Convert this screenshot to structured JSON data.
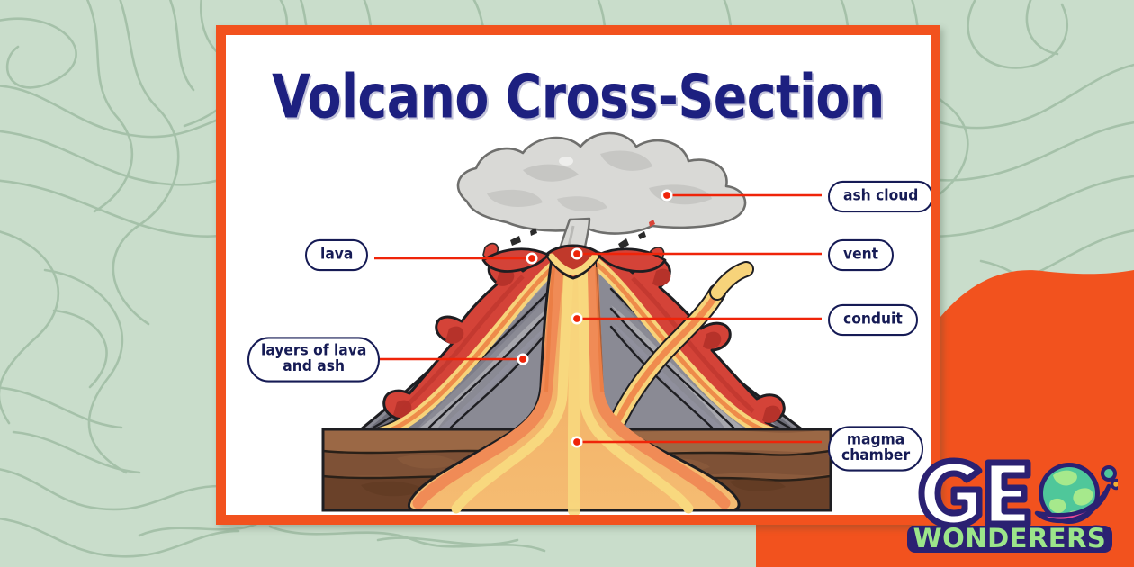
{
  "background": {
    "name": "topographic-contour-pattern",
    "base_color": "#c9ddcb",
    "line_color": "#a5c1a9"
  },
  "corner_blob": {
    "name": "orange-decorative-blob",
    "color": "#f2521e"
  },
  "poster": {
    "title": "Volcano Cross-Section",
    "border_color": "#f2521e",
    "background_color": "#ffffff",
    "title_color": "#1d2080"
  },
  "labels": [
    {
      "id": "ash-cloud",
      "text": "ash cloud",
      "line1": "ash cloud",
      "line2": ""
    },
    {
      "id": "vent",
      "text": "vent",
      "line1": "vent",
      "line2": ""
    },
    {
      "id": "conduit",
      "text": "conduit",
      "line1": "conduit",
      "line2": ""
    },
    {
      "id": "magma",
      "text": "magma chamber",
      "line1": "magma",
      "line2": "chamber"
    },
    {
      "id": "lava",
      "text": "lava",
      "line1": "lava",
      "line2": ""
    },
    {
      "id": "layers",
      "text": "layers of lava and ash",
      "line1": "layers of lava",
      "line2": "and ash"
    }
  ],
  "label_style": {
    "border_color": "#161b55",
    "text_color": "#161b55",
    "fill_color": "#ffffff",
    "leader_color": "#ef2409"
  },
  "diagram": {
    "name": "volcano-cross-section",
    "parts": [
      {
        "name": "ash-cloud",
        "color": "#d8d8d6"
      },
      {
        "name": "lava-flow",
        "color": "#d94438"
      },
      {
        "name": "conduit",
        "color": "#f0a860"
      },
      {
        "name": "magma-chamber",
        "color": "#f4a25f"
      },
      {
        "name": "rock-layers",
        "color": "#7c7c86"
      },
      {
        "name": "ground-strata",
        "color": "#7b4f33"
      }
    ]
  },
  "logo": {
    "word_top": "GEO",
    "word_top_visible": "GE",
    "word_bottom": "WONDERERS",
    "globe_icon": "globe-icon",
    "top_color": "#ffffff",
    "bottom_color": "#a8e88a",
    "outline_color": "#2b2172",
    "globe_color": "#4fc79a",
    "swoosh_color": "#ef4a96",
    "bottom_letters": [
      "W",
      "O",
      "N",
      "D",
      "E",
      "R",
      "E",
      "R",
      "S"
    ],
    "bottom_letter_colors": [
      "#8fe07f",
      "#8ee3a9",
      "#a9e882",
      "#8fe07f",
      "#8ee3a9",
      "#a9e882",
      "#8fe07f",
      "#8ee3a9",
      "#a9e882"
    ]
  }
}
